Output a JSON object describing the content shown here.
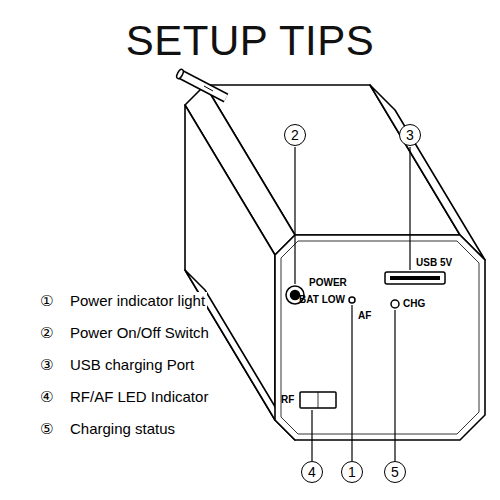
{
  "diagram": {
    "title": "SETUP TIPS",
    "nodes": [
      {
        "text": [
          "2"
        ]
      },
      {
        "text": [
          "3"
        ]
      },
      {
        "text": [
          "4"
        ]
      },
      {
        "text": [
          "1"
        ]
      },
      {
        "text": [
          "5"
        ]
      }
    ],
    "labels": [
      "①",
      "Power indicator light",
      "②",
      "Power On/Off Switch",
      "③",
      "USB charging Port",
      "④",
      "RF/AF LED Indicator",
      "⑤",
      "Charging status",
      "POWER",
      "USB 5V",
      "BAT LOW",
      "AF",
      "CHG",
      "RF"
    ]
  }
}
